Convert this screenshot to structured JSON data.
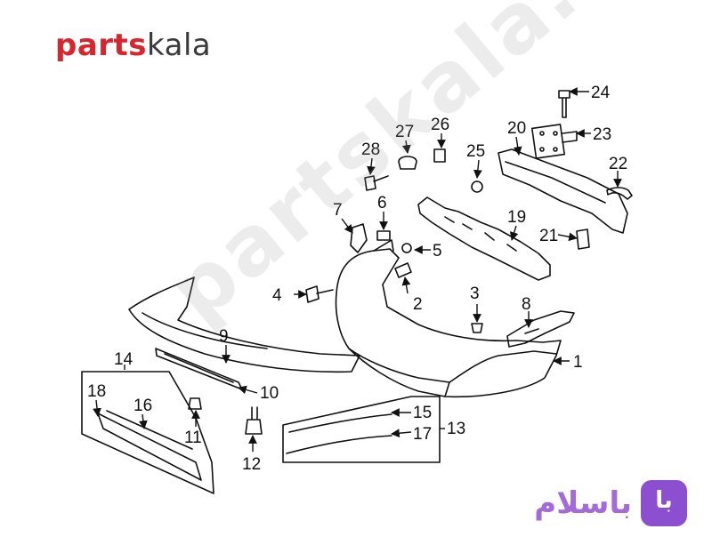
{
  "brand": {
    "part1": "parts",
    "part2": "kala"
  },
  "watermark": "partskala.ir",
  "marketplace": {
    "name": "باسلام",
    "logo_text": "با"
  },
  "callouts": [
    "1",
    "2",
    "3",
    "4",
    "5",
    "6",
    "7",
    "8",
    "9",
    "10",
    "11",
    "12",
    "13",
    "14",
    "15",
    "16",
    "17",
    "18",
    "19",
    "20",
    "21",
    "22",
    "23",
    "24",
    "25",
    "26",
    "27",
    "28"
  ]
}
